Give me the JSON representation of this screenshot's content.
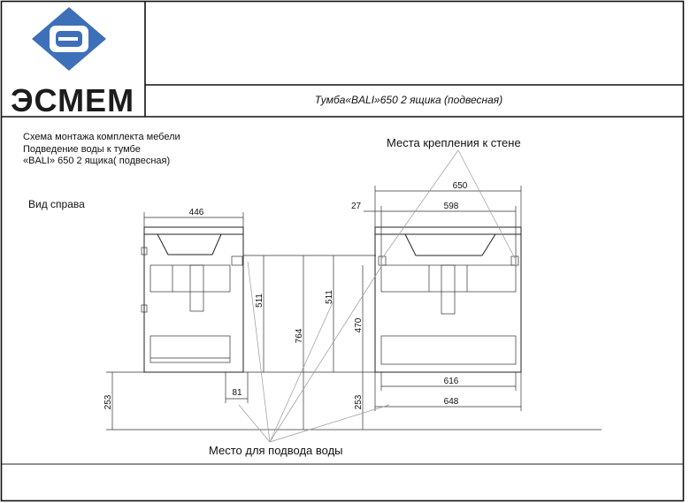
{
  "logo": {
    "text": "ЭСМЕМ",
    "colors": {
      "blue": "#3d70b8",
      "dark": "#1c1c1c"
    }
  },
  "header": {
    "product_title": "Тумба«BALI»650  2 ящика (подвесная)"
  },
  "notes": {
    "line1": "Схема монтажа комплекта мебели",
    "line2": "Подведение воды к тумбе",
    "line3": "«BALI» 650 2 ящика( подвесная)"
  },
  "labels": {
    "side_view": "Вид справа",
    "wall_mounts": "Места крепления к стене",
    "water_place": "Место  для подвода воды"
  },
  "dimensions": {
    "side_width": "446",
    "side_height_511": "511",
    "total_764": "764",
    "floor_253_left": "253",
    "pipe_81": "81",
    "front_650": "650",
    "front_598": "598",
    "front_27": "27",
    "front_511": "511",
    "front_470": "470",
    "front_616": "616",
    "front_648": "648",
    "floor_253_right": "253"
  }
}
